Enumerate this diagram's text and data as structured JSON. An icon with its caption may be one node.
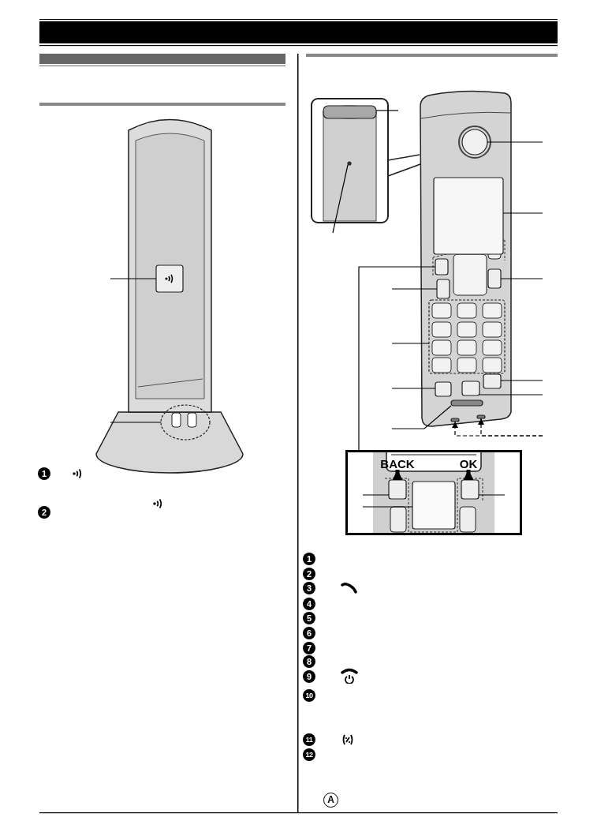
{
  "diagram": {
    "nodes": [
      {
        "text": [],
        "shape": "box"
      },
      {
        "text": [],
        "shape": "circle"
      },
      {
        "text": [],
        "shape": "bar"
      },
      {
        "text": [],
        "shape": "circle"
      },
      {
        "text": [],
        "shape": "circle"
      },
      {
        "text": [],
        "shape": "box"
      },
      {
        "text": [],
        "shape": "box"
      },
      {
        "text": [],
        "shape": "box"
      },
      {
        "text": [],
        "shape": "box"
      },
      {
        "text": [],
        "shape": "box"
      },
      {
        "text": [],
        "shape": "bar"
      },
      {
        "text": [],
        "shape": "box"
      },
      {
        "text": [],
        "shape": "box"
      },
      {
        "text": [],
        "shape": "box"
      },
      {
        "text": [],
        "shape": "bar"
      },
      {
        "text": [],
        "shape": "bar"
      },
      {
        "text": [],
        "shape": "box"
      },
      {
        "text": [],
        "shape": "box",
        "in": 16
      },
      {
        "text": [],
        "shape": "box",
        "in": 16
      },
      {
        "text": [],
        "shape": "box",
        "in": 16
      },
      {
        "text": [
          "BACK"
        ],
        "in": 16
      },
      {
        "text": [
          "OK"
        ],
        "in": 16
      }
    ],
    "edges": [
      {
        "from": null,
        "to": 0,
        "arrow": "none"
      },
      {
        "from": null,
        "to": 1,
        "arrow": "none"
      },
      {
        "from": null,
        "to": 2,
        "arrow": "none"
      },
      {
        "from": null,
        "to": 3,
        "arrow": "none"
      },
      {
        "from": null,
        "to": 4,
        "arrow": "none"
      },
      {
        "from": null,
        "to": 5,
        "arrow": "none"
      },
      {
        "from": 6,
        "to": 16,
        "arrow": "none"
      },
      {
        "from": null,
        "to": 7,
        "arrow": "none"
      },
      {
        "from": null,
        "to": 8,
        "arrow": "none"
      },
      {
        "from": null,
        "to": 9,
        "arrow": "none"
      },
      {
        "from": null,
        "to": 10,
        "arrow": "none"
      },
      {
        "from": null,
        "to": 11,
        "arrow": "none"
      },
      {
        "from": null,
        "to": 12,
        "arrow": "none"
      },
      {
        "from": null,
        "to": 13,
        "arrow": "none"
      },
      {
        "from": null,
        "to": 14,
        "arrow": "to",
        "style": "dashed"
      },
      {
        "from": null,
        "to": 15,
        "arrow": "to",
        "style": "dashed"
      },
      {
        "from": null,
        "to": 17,
        "arrow": "none"
      },
      {
        "from": null,
        "to": 18,
        "arrow": "none"
      },
      {
        "from": null,
        "to": 19,
        "arrow": "none"
      },
      {
        "from": 17,
        "to": 20,
        "arrow": "to",
        "style": "thick"
      },
      {
        "from": 19,
        "to": 21,
        "arrow": "to",
        "style": "thick"
      }
    ],
    "labels": [
      "1",
      "2",
      "1",
      "2",
      "3",
      "4",
      "5",
      "6",
      "7",
      "8",
      "9",
      "10",
      "11",
      "12",
      "A"
    ]
  }
}
